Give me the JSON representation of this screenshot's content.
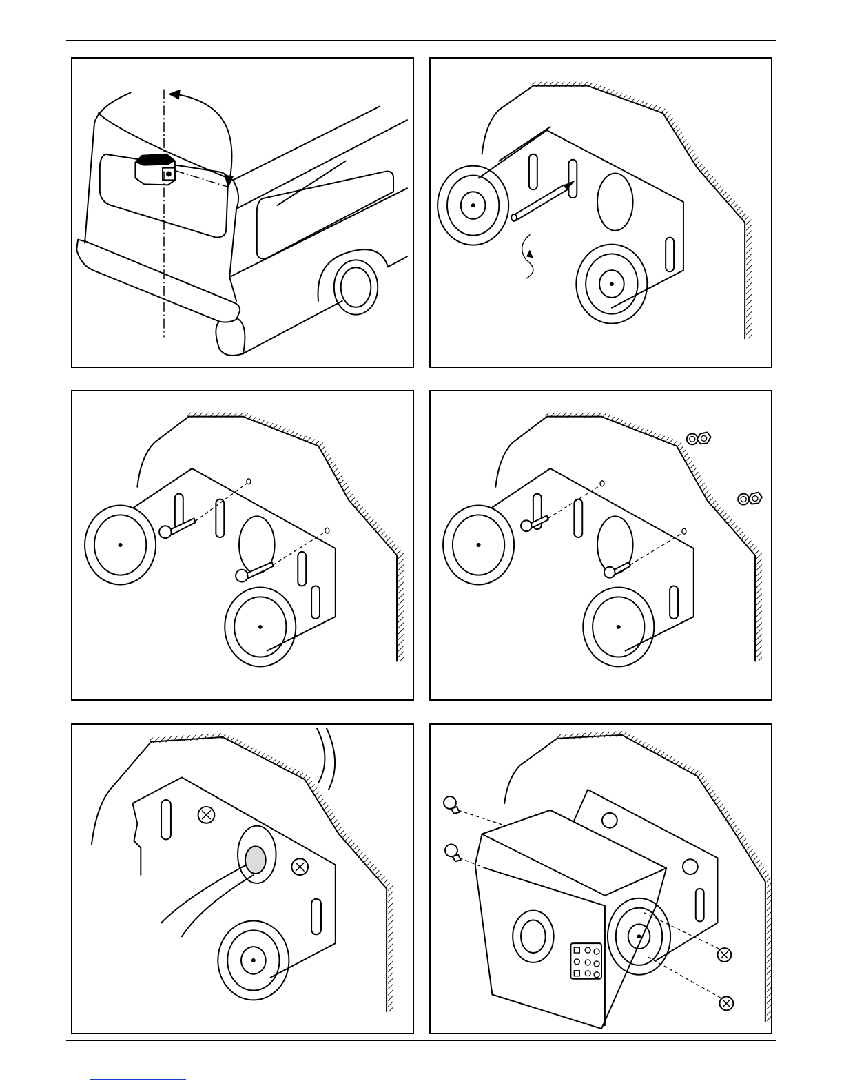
{
  "figures": [
    {
      "id": "p1",
      "subject": "camera-on-vehicle-rear"
    },
    {
      "id": "p2",
      "subject": "mark-bracket-holes"
    },
    {
      "id": "p3",
      "subject": "screw-bracket-to-wall"
    },
    {
      "id": "p4",
      "subject": "bolt-bracket-with-nuts"
    },
    {
      "id": "p5",
      "subject": "cable-through-bracket"
    },
    {
      "id": "p6",
      "subject": "attach-camera-to-bracket"
    }
  ],
  "colors": {
    "line": "#000000",
    "background": "#ffffff",
    "link": "#1a3fd0"
  }
}
